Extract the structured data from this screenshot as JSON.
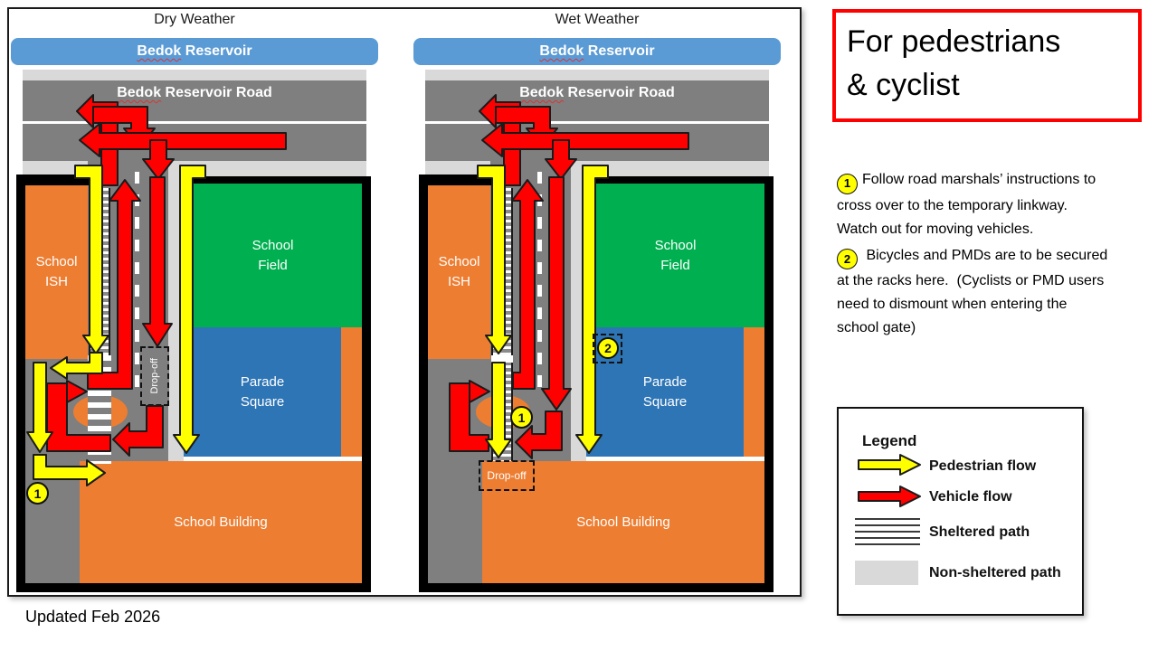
{
  "maps": {
    "dry": {
      "title": "Dry Weather",
      "badge_1": "1"
    },
    "wet": {
      "title": "Wet Weather",
      "badge_1": "1",
      "badge_2": "2"
    },
    "shared": {
      "bedok": "Bedok",
      "reservoir_rest": "Reservoir",
      "road_rest": "Reservoir Road",
      "school_ish_line1": "School",
      "school_ish_line2": "ISH",
      "school_field_line1": "School",
      "school_field_line2": "Field",
      "parade_line1": "Parade",
      "parade_line2": "Square",
      "school_building": "School Building",
      "drop_off": "Drop-off"
    }
  },
  "side_panel": {
    "title_line1": "For pedestrians",
    "title_line2": "& cyclist",
    "instructions": [
      {
        "num": "1",
        "text": "Follow road marshals’ instructions to cross over to the temporary linkway.  Watch out for moving vehicles."
      },
      {
        "num": "2",
        "text": " Bicycles and PMDs are to be secured at the racks here.  (Cyclists or PMD users need to dismount when entering the school gate)"
      }
    ]
  },
  "legend": {
    "title": "Legend",
    "items": [
      {
        "icon": "pedestrian-arrow-icon",
        "label": "Pedestrian flow",
        "color": "#FFFF00"
      },
      {
        "icon": "vehicle-arrow-icon",
        "label": "Vehicle flow",
        "color": "#FF0000"
      },
      {
        "icon": "sheltered-stripes-icon",
        "label": "Sheltered path"
      },
      {
        "icon": "non-sheltered-swatch-icon",
        "label": "Non-sheltered path",
        "color": "#D9D9D9"
      }
    ]
  },
  "footer": {
    "updated": "Updated Feb 2026"
  },
  "colors": {
    "reservoir_blue": "#5B9BD5",
    "road_gray": "#7F7F7F",
    "non_sheltered_gray": "#D9D9D9",
    "building_orange": "#ED7D31",
    "field_green": "#00B050",
    "parade_blue": "#2E75B6",
    "pedestrian_yellow": "#FFFF00",
    "vehicle_red": "#FF0000",
    "title_border_red": "#FF0000"
  }
}
